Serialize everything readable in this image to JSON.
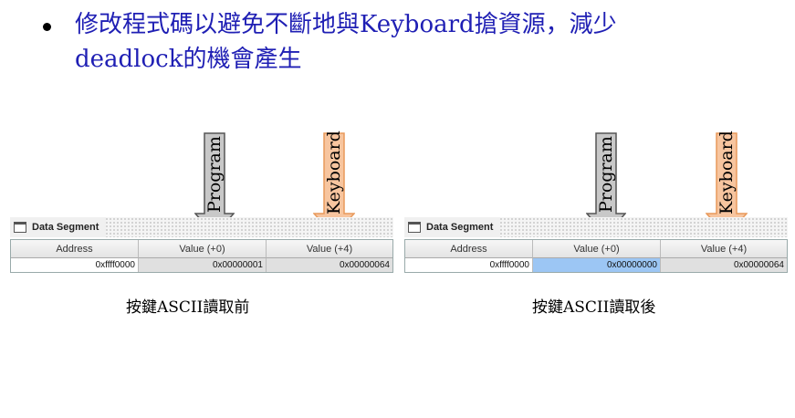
{
  "slide": {
    "bullet_line1": "修改程式碼以避免不斷地與Keyboard搶資源，減少",
    "bullet_line2": "deadlock的機會產生"
  },
  "arrows": {
    "program_label": "Program",
    "keyboard_label": "Keyboard",
    "program_color": "#c8c8c8",
    "keyboard_color": "#f7c59f"
  },
  "panel_left": {
    "title": "Data Segment",
    "headers": [
      "Address",
      "Value (+0)",
      "Value (+4)"
    ],
    "row": [
      "0xffff0000",
      "0x00000001",
      "0x00000064"
    ],
    "caption": "按鍵ASCII讀取前"
  },
  "panel_right": {
    "title": "Data Segment",
    "headers": [
      "Address",
      "Value (+0)",
      "Value (+4)"
    ],
    "row": [
      "0xffff0000",
      "0x00000000",
      "0x00000064"
    ],
    "caption": "按鍵ASCII讀取後",
    "highlight_color": "#9cc6f4"
  }
}
